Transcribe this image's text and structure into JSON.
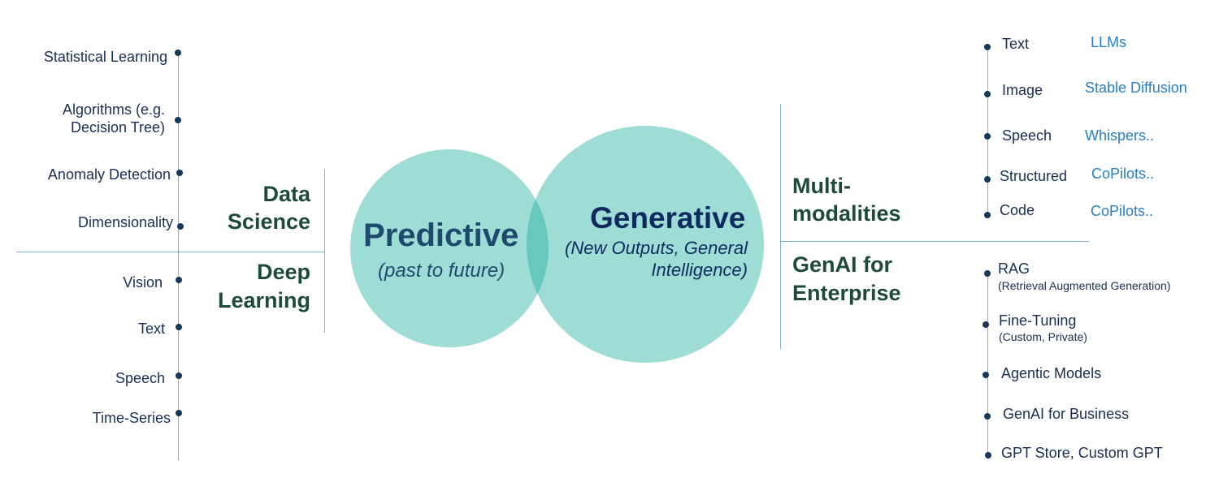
{
  "center": {
    "left": {
      "title": "Predictive",
      "subtitle": "(past to future)"
    },
    "right": {
      "title": "Generative",
      "subtitle_line1": "(New Outputs, General",
      "subtitle_line2": "Intelligence)"
    }
  },
  "left_panel": {
    "data_science": {
      "heading_line1": "Data",
      "heading_line2": "Science",
      "items": [
        "Statistical Learning",
        "Algorithms (e.g.",
        "Decision Tree)",
        "Anomaly Detection",
        "Dimensionality"
      ]
    },
    "deep_learning": {
      "heading_line1": "Deep",
      "heading_line2": "Learning",
      "items": [
        "Vision",
        "Text",
        "Speech",
        "Time-Series"
      ]
    }
  },
  "right_panel": {
    "multi_modalities": {
      "heading_line1": "Multi-",
      "heading_line2": "modalities",
      "items": [
        {
          "label": "Text",
          "tool": "LLMs"
        },
        {
          "label": "Image",
          "tool": "Stable Diffusion"
        },
        {
          "label": "Speech",
          "tool": "Whispers.."
        },
        {
          "label": "Structured",
          "tool": "CoPilots.."
        },
        {
          "label": "Code",
          "tool": "CoPilots.."
        }
      ]
    },
    "genai_enterprise": {
      "heading_line1": "GenAI for",
      "heading_line2": "Enterprise",
      "items": [
        {
          "label": "RAG",
          "detail": "(Retrieval Augmented Generation)"
        },
        {
          "label": "Fine-Tuning",
          "detail": "(Custom, Private)"
        },
        {
          "label": "Agentic Models"
        },
        {
          "label": "GenAI for Business"
        },
        {
          "label": "GPT Store, Custom GPT"
        }
      ]
    }
  },
  "colors": {
    "circle_fill": "#9edcd6",
    "overlap_fill": "#67c8c0",
    "heading": "#1e4a3c",
    "item_text": "#1a2e55",
    "tool_text": "#2a7fc0",
    "line": "#7fb2d0",
    "dot": "#16385a"
  }
}
